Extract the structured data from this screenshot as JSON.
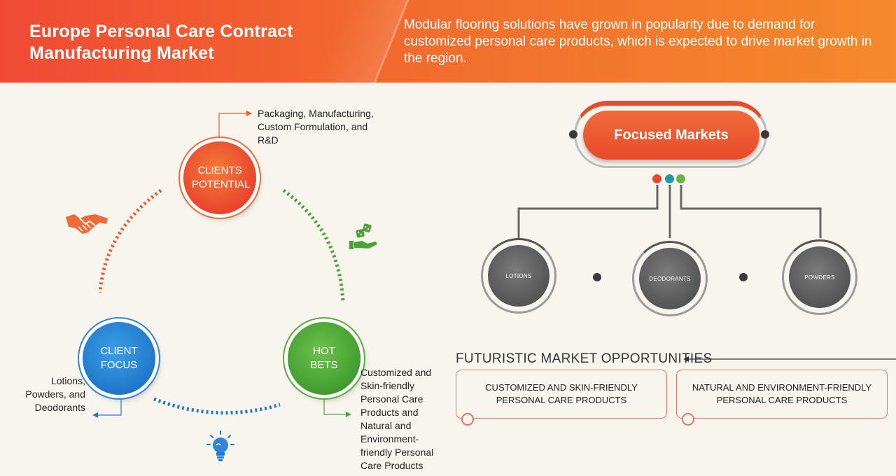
{
  "header": {
    "title": "Europe Personal Care Contract Manufacturing Market",
    "description": "Modular flooring solutions have grown in popularity due to demand for customized personal care products, which is expected to drive market growth in the region."
  },
  "cycle": {
    "clients_potential": {
      "label": "CLIENTS POTENTIAL",
      "note": "Packaging, Manufacturing, Custom Formulation, and R&D"
    },
    "client_focus": {
      "label": "CLIENT FOCUS",
      "note": "Lotions, Powders, and Deodorants"
    },
    "hot_bets": {
      "label": "HOT BETS",
      "note": "Customized and Skin-friendly Personal Care Products and Natural and Environment-friendly Personal Care Products"
    },
    "icons": [
      "handshake-icon",
      "hand-dice-icon",
      "lightbulb-icon"
    ],
    "colors": {
      "orange": "#ef5a30",
      "blue": "#2278cc",
      "green": "#4ba336"
    }
  },
  "focused_markets": {
    "title": "Focused Markets",
    "markets": [
      {
        "label": "LOTIONS"
      },
      {
        "label": "DEODORANTS"
      },
      {
        "label": "POWDERS"
      }
    ],
    "dot_colors": [
      "#e9452c",
      "#1c9aa0",
      "#6cb33f"
    ]
  },
  "opportunities": {
    "title": "FUTURISTIC MARKET OPPORTUNITIES",
    "items": [
      "CUSTOMIZED AND SKIN-FRIENDLY PERSONAL CARE PRODUCTS",
      "NATURAL AND ENVIRONMENT-FRIENDLY PERSONAL CARE PRODUCTS"
    ]
  }
}
